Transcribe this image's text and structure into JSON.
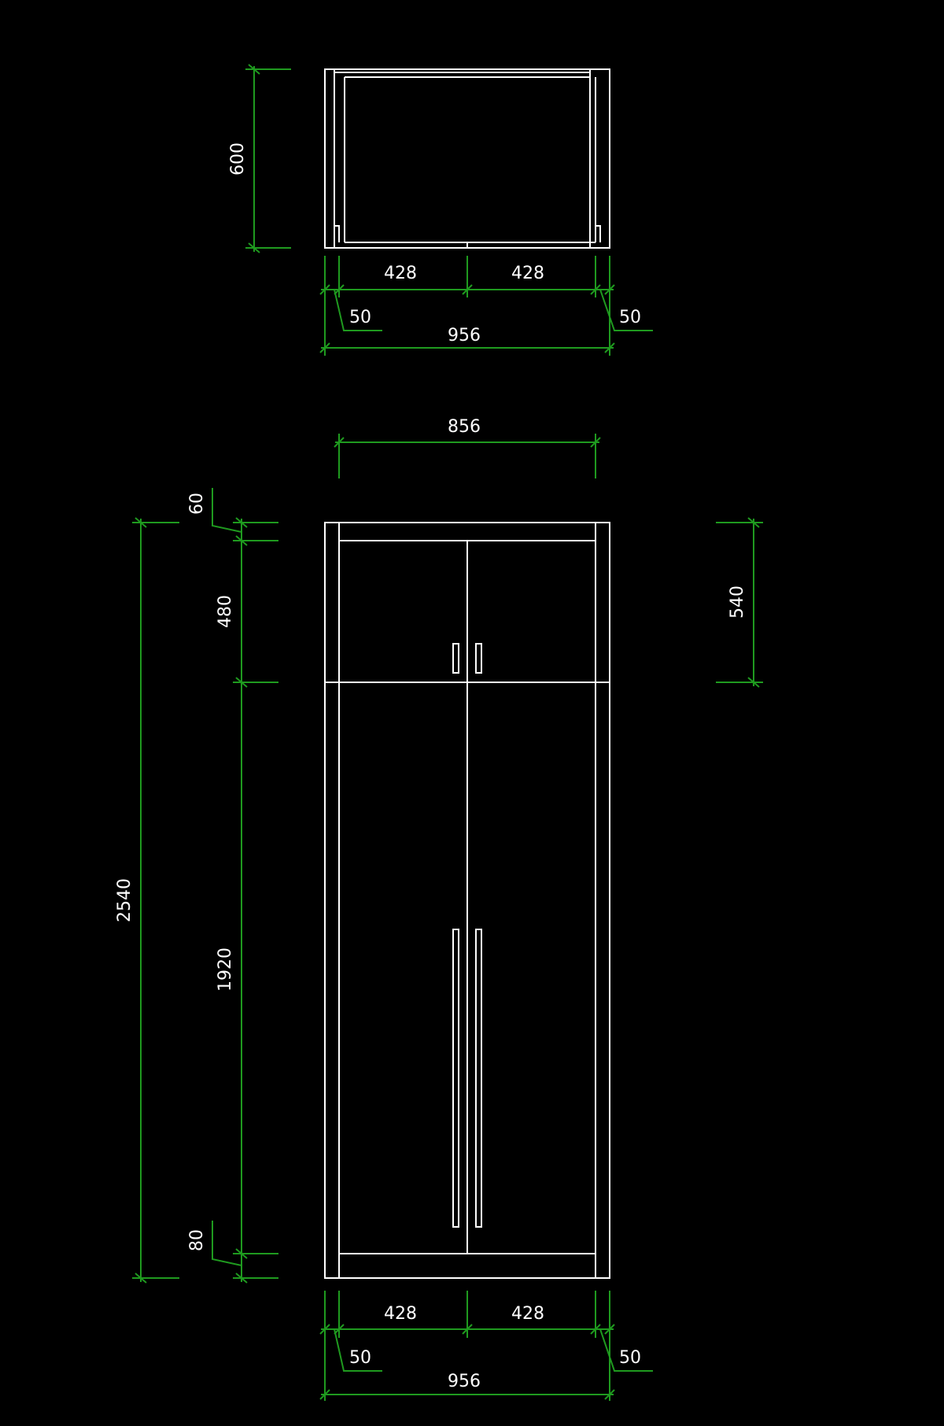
{
  "colors": {
    "background": "#000000",
    "object_lines": "#ffffff",
    "dimension_lines": "#1f9a1f",
    "text": "#ffffff"
  },
  "plan_view": {
    "depth": "600",
    "door_left": "428",
    "door_right": "428",
    "side_left": "50",
    "side_right": "50",
    "overall_width": "956"
  },
  "elevation_view": {
    "inner_width": "856",
    "top_board": "60",
    "upper_door": "480",
    "upper_section": "540",
    "lower_door": "1920",
    "overall_height": "2540",
    "plinth": "80",
    "door_left": "428",
    "door_right": "428",
    "side_left": "50",
    "side_right": "50",
    "overall_width": "956"
  }
}
